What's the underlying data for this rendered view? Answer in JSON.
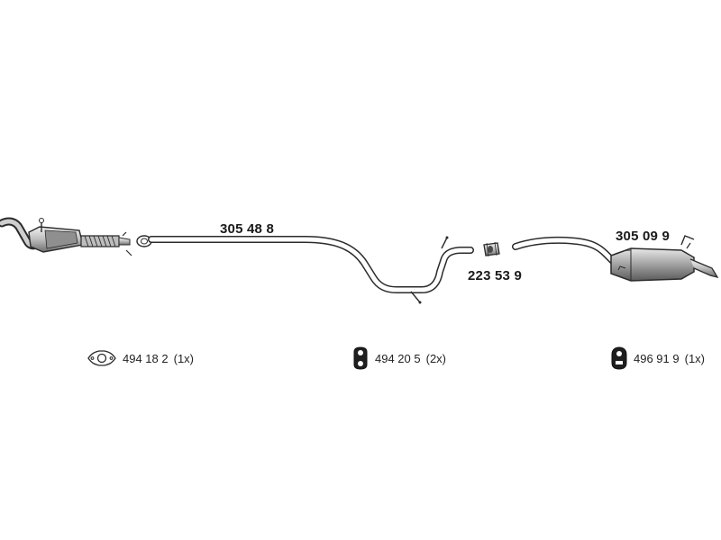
{
  "parts": {
    "middle_pipe": "305 48 8",
    "clamp": "223 53 9",
    "rear_silencer": "305 09 9"
  },
  "accessories": [
    {
      "code": "494 18 2",
      "qty": "(1x)",
      "icon": "gasket-icon"
    },
    {
      "code": "494 20 5",
      "qty": "(2x)",
      "icon": "rubber-hanger-icon"
    },
    {
      "code": "496 91 9",
      "qty": "(1x)",
      "icon": "rubber-hanger-icon"
    }
  ],
  "colors": {
    "line": "#2b2b2b",
    "fill_light": "#d9d9d9",
    "fill_dark": "#9a9a9a",
    "text": "#1a1a1a"
  }
}
